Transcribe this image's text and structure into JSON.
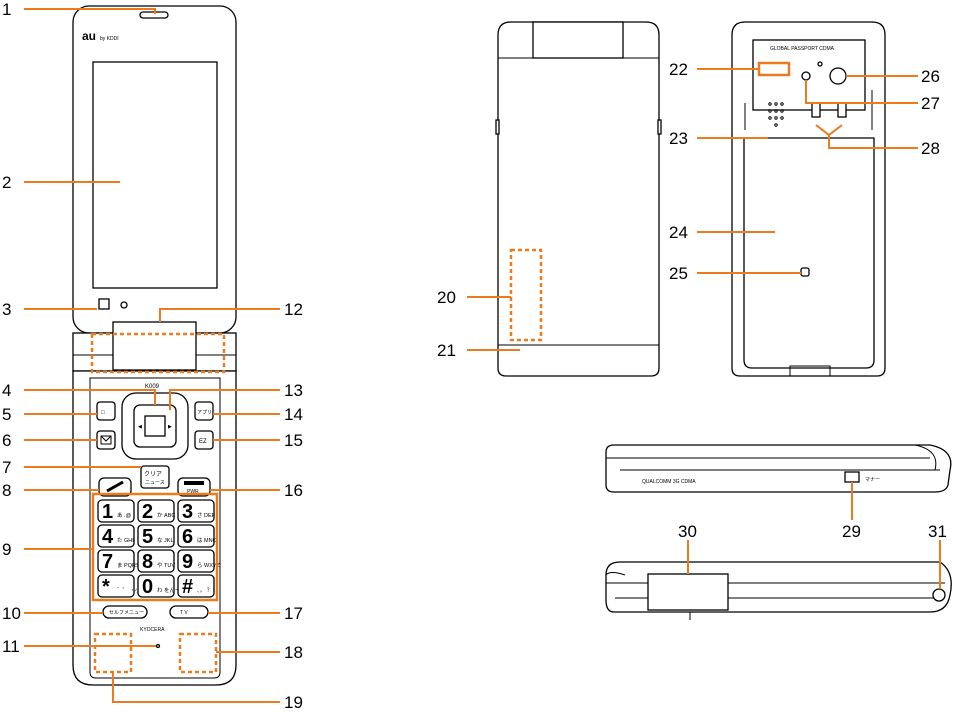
{
  "callout_numbers": [
    "1",
    "2",
    "3",
    "4",
    "5",
    "6",
    "7",
    "8",
    "9",
    "10",
    "11",
    "12",
    "13",
    "14",
    "15",
    "16",
    "17",
    "18",
    "19",
    "20",
    "21",
    "22",
    "23",
    "24",
    "25",
    "26",
    "27",
    "28",
    "29",
    "30",
    "31"
  ],
  "phone_texts": {
    "carrier_logo": "au",
    "carrier_logo_sub": "by KDDI",
    "model": "K009",
    "key_book": "□",
    "key_app": "アプリ",
    "key_clear": "クリア",
    "key_clear_sub": "ニュース",
    "key_power": "PWR",
    "key_ez": "EZ",
    "key_self_menu": "セルフメニュー",
    "key_tv": "T V",
    "maker_logo": "KYOCERA",
    "back_brand": "GLOBAL PASSPORT CDMA",
    "side_brand": "QUALCOMM 3G CDMA",
    "side_manner": "マナー"
  },
  "keypad": [
    {
      "main": "1",
      "sub": "あ .@"
    },
    {
      "main": "2",
      "sub": "か ABC"
    },
    {
      "main": "3",
      "sub": "さ DEF"
    },
    {
      "main": "4",
      "sub": "た GHI"
    },
    {
      "main": "5",
      "sub": "な JKL"
    },
    {
      "main": "6",
      "sub": "は MNO"
    },
    {
      "main": "7",
      "sub": "ま PQRS"
    },
    {
      "main": "8",
      "sub": "や TUV"
    },
    {
      "main": "9",
      "sub": "ら WXYZ"
    },
    {
      "main": "*",
      "sub": "゛゜ ・小"
    },
    {
      "main": "0",
      "sub": "わ をんー"
    },
    {
      "main": "#",
      "sub": "、。 ？！"
    }
  ],
  "colors": {
    "accent": "#ec7a1e",
    "outline": "#000000",
    "background": "#ffffff"
  }
}
